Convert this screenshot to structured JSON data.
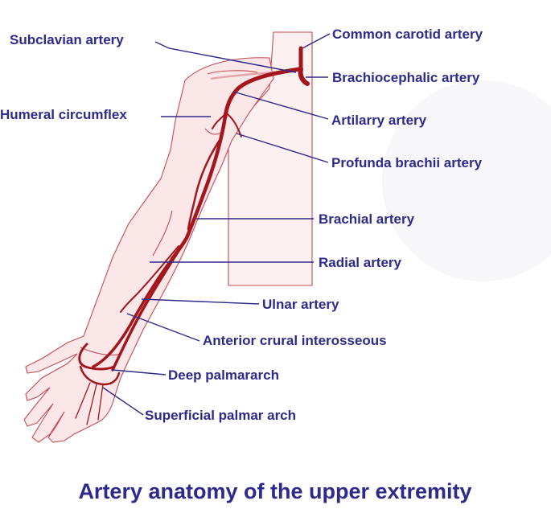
{
  "title": "Artery anatomy of the upper extremity",
  "labels": {
    "subclavian": "Subclavian artery",
    "humeral_circumflex": "Humeral circumflex",
    "common_carotid": "Common carotid artery",
    "brachiocephalic": "Brachiocephalic artery",
    "axillary": "Artilarry artery",
    "profunda_brachii": "Profunda brachii artery",
    "brachial": "Brachial artery",
    "radial": "Radial artery",
    "ulnar": "Ulnar artery",
    "anterior_interosseous": "Anterior crural interosseous",
    "deep_palmar": "Deep palmararch",
    "superficial_palmar": "Superficial palmar arch"
  },
  "colors": {
    "label_text": "#2e2a8c",
    "artery": "#a3161d",
    "skin_fill": "#fbe6e8",
    "skin_outline": "#c84a52"
  }
}
